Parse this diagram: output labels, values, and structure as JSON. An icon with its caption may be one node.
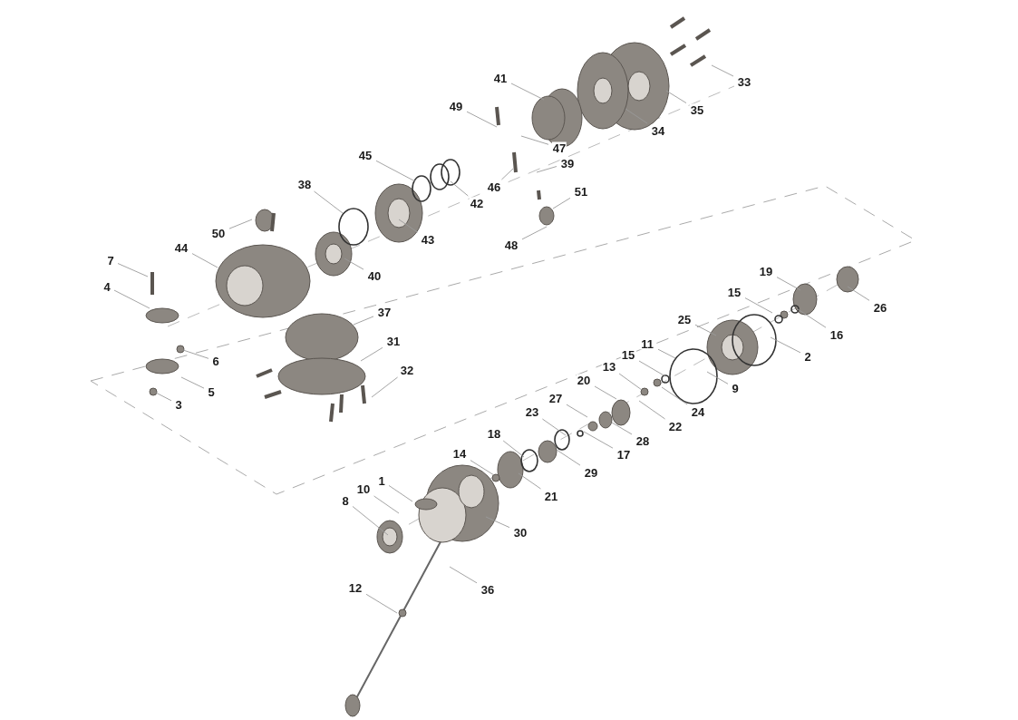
{
  "diagram": {
    "nodes": [
      {
        "text": [
          "33"
        ]
      },
      {
        "text": [
          "35"
        ]
      },
      {
        "text": [
          "34"
        ]
      },
      {
        "text": [
          "41"
        ]
      },
      {
        "text": [
          "49"
        ]
      },
      {
        "text": [
          "47"
        ]
      },
      {
        "text": [
          "39"
        ]
      },
      {
        "text": [
          "46"
        ]
      },
      {
        "text": [
          "45"
        ]
      },
      {
        "text": [
          "42"
        ]
      },
      {
        "text": [
          "51"
        ]
      },
      {
        "text": [
          "48"
        ]
      },
      {
        "text": [
          "43"
        ]
      },
      {
        "text": [
          "38"
        ]
      },
      {
        "text": [
          "50"
        ]
      },
      {
        "text": [
          "40"
        ]
      },
      {
        "text": [
          "44"
        ]
      },
      {
        "text": [
          "7"
        ]
      },
      {
        "text": [
          "4"
        ]
      },
      {
        "text": [
          "37"
        ]
      },
      {
        "text": [
          "31"
        ]
      },
      {
        "text": [
          "32"
        ]
      },
      {
        "text": [
          "6"
        ]
      },
      {
        "text": [
          "5"
        ]
      },
      {
        "text": [
          "3"
        ]
      },
      {
        "text": [
          "19"
        ]
      },
      {
        "text": [
          "26"
        ]
      },
      {
        "text": [
          "15"
        ]
      },
      {
        "text": [
          "16"
        ]
      },
      {
        "text": [
          "25"
        ]
      },
      {
        "text": [
          "2"
        ]
      },
      {
        "text": [
          "11"
        ]
      },
      {
        "text": [
          "15"
        ]
      },
      {
        "text": [
          "13"
        ]
      },
      {
        "text": [
          "9"
        ]
      },
      {
        "text": [
          "20"
        ]
      },
      {
        "text": [
          "24"
        ]
      },
      {
        "text": [
          "22"
        ]
      },
      {
        "text": [
          "27"
        ]
      },
      {
        "text": [
          "28"
        ]
      },
      {
        "text": [
          "23"
        ]
      },
      {
        "text": [
          "17"
        ]
      },
      {
        "text": [
          "18"
        ]
      },
      {
        "text": [
          "29"
        ]
      },
      {
        "text": [
          "14"
        ]
      },
      {
        "text": [
          "21"
        ]
      },
      {
        "text": [
          "1"
        ]
      },
      {
        "text": [
          "10"
        ]
      },
      {
        "text": [
          "8"
        ]
      },
      {
        "text": [
          "30"
        ]
      },
      {
        "text": [
          "36"
        ]
      },
      {
        "text": [
          "12"
        ]
      }
    ],
    "edges": [
      {
        "from": 0,
        "to": null,
        "arrow": "none"
      },
      {
        "from": 1,
        "to": null,
        "arrow": "none"
      },
      {
        "from": 2,
        "to": null,
        "arrow": "none"
      },
      {
        "from": 3,
        "to": null,
        "arrow": "none"
      },
      {
        "from": 4,
        "to": null,
        "arrow": "none"
      },
      {
        "from": 5,
        "to": null,
        "arrow": "none"
      },
      {
        "from": 6,
        "to": null,
        "arrow": "none"
      },
      {
        "from": 7,
        "to": null,
        "arrow": "none"
      },
      {
        "from": 8,
        "to": null,
        "arrow": "none"
      },
      {
        "from": 9,
        "to": null,
        "arrow": "none"
      },
      {
        "from": 10,
        "to": null,
        "arrow": "none"
      },
      {
        "from": 11,
        "to": null,
        "arrow": "none"
      },
      {
        "from": 12,
        "to": null,
        "arrow": "none"
      },
      {
        "from": 13,
        "to": null,
        "arrow": "none"
      },
      {
        "from": 14,
        "to": null,
        "arrow": "none"
      },
      {
        "from": 15,
        "to": null,
        "arrow": "none"
      },
      {
        "from": 16,
        "to": null,
        "arrow": "none"
      },
      {
        "from": 17,
        "to": null,
        "arrow": "none"
      },
      {
        "from": 18,
        "to": null,
        "arrow": "none"
      },
      {
        "from": 19,
        "to": null,
        "arrow": "none"
      },
      {
        "from": 20,
        "to": null,
        "arrow": "none"
      },
      {
        "from": 21,
        "to": null,
        "arrow": "none"
      },
      {
        "from": 22,
        "to": null,
        "arrow": "none"
      },
      {
        "from": 23,
        "to": null,
        "arrow": "none"
      },
      {
        "from": 24,
        "to": null,
        "arrow": "none"
      },
      {
        "from": 25,
        "to": null,
        "arrow": "none"
      },
      {
        "from": 26,
        "to": null,
        "arrow": "none"
      },
      {
        "from": 27,
        "to": null,
        "arrow": "none"
      },
      {
        "from": 28,
        "to": null,
        "arrow": "none"
      },
      {
        "from": 29,
        "to": null,
        "arrow": "none"
      },
      {
        "from": 30,
        "to": null,
        "arrow": "none"
      },
      {
        "from": 31,
        "to": null,
        "arrow": "none"
      },
      {
        "from": 32,
        "to": null,
        "arrow": "none"
      },
      {
        "from": 33,
        "to": null,
        "arrow": "none"
      },
      {
        "from": 34,
        "to": null,
        "arrow": "none"
      },
      {
        "from": 35,
        "to": null,
        "arrow": "none"
      },
      {
        "from": 36,
        "to": null,
        "arrow": "none"
      },
      {
        "from": 37,
        "to": null,
        "arrow": "none"
      },
      {
        "from": 38,
        "to": null,
        "arrow": "none"
      },
      {
        "from": 39,
        "to": null,
        "arrow": "none"
      },
      {
        "from": 40,
        "to": null,
        "arrow": "none"
      },
      {
        "from": 41,
        "to": null,
        "arrow": "none"
      },
      {
        "from": 42,
        "to": null,
        "arrow": "none"
      },
      {
        "from": 43,
        "to": null,
        "arrow": "none"
      },
      {
        "from": 44,
        "to": null,
        "arrow": "none"
      },
      {
        "from": 45,
        "to": null,
        "arrow": "none"
      },
      {
        "from": 46,
        "to": null,
        "arrow": "none"
      },
      {
        "from": 47,
        "to": null,
        "arrow": "none"
      },
      {
        "from": 48,
        "to": null,
        "arrow": "none"
      },
      {
        "from": 49,
        "to": null,
        "arrow": "none"
      },
      {
        "from": 50,
        "to": null,
        "arrow": "none"
      },
      {
        "from": 51,
        "to": null,
        "arrow": "none"
      }
    ]
  }
}
